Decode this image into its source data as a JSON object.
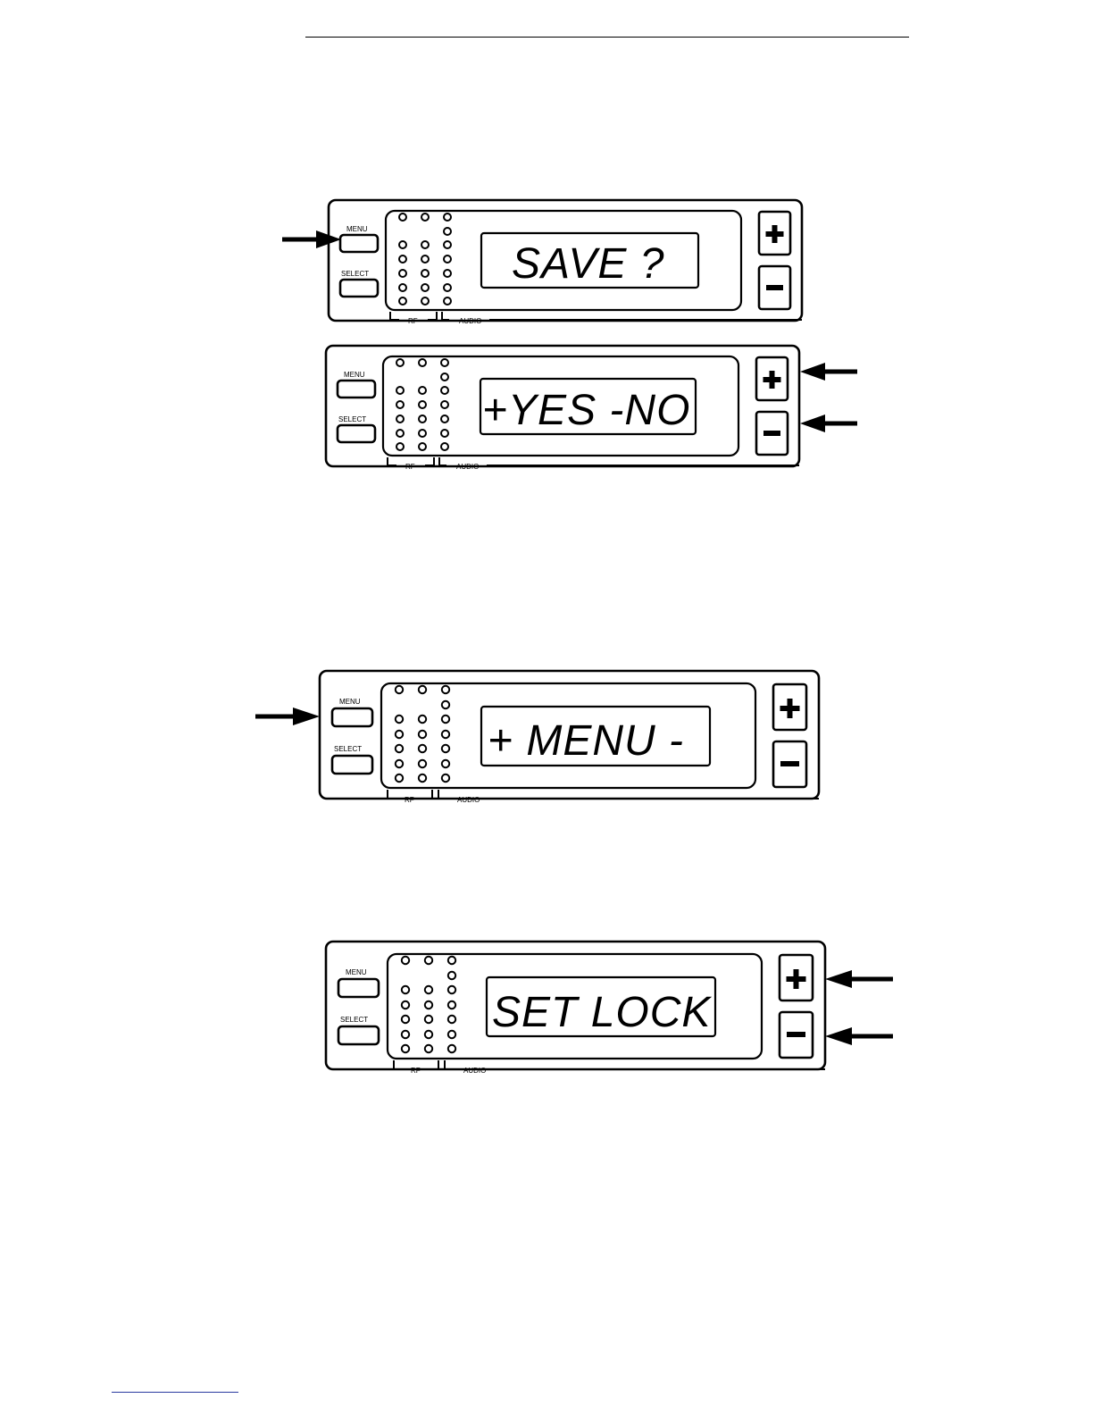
{
  "panels": [
    {
      "menu_label": "MENU",
      "select_label": "SELECT",
      "display_text": "SAVE ?",
      "rf_label": "RF",
      "audio_label": "AUDIO",
      "plus_label": "+",
      "minus_label": "−",
      "arrows_at": [
        "menu"
      ]
    },
    {
      "menu_label": "MENU",
      "select_label": "SELECT",
      "display_text": "+YES -NO",
      "rf_label": "RF",
      "audio_label": "AUDIO",
      "plus_label": "+",
      "minus_label": "−",
      "arrows_at": [
        "plus",
        "minus"
      ]
    },
    {
      "menu_label": "MENU",
      "select_label": "SELECT",
      "display_text": "+ MENU -",
      "rf_label": "RF",
      "audio_label": "AUDIO",
      "plus_label": "+",
      "minus_label": "−",
      "arrows_at": [
        "menu"
      ]
    },
    {
      "menu_label": "MENU",
      "select_label": "SELECT",
      "display_text": "SET LOCK",
      "rf_label": "RF",
      "audio_label": "AUDIO",
      "plus_label": "+",
      "minus_label": "−",
      "arrows_at": [
        "plus",
        "minus"
      ]
    }
  ]
}
